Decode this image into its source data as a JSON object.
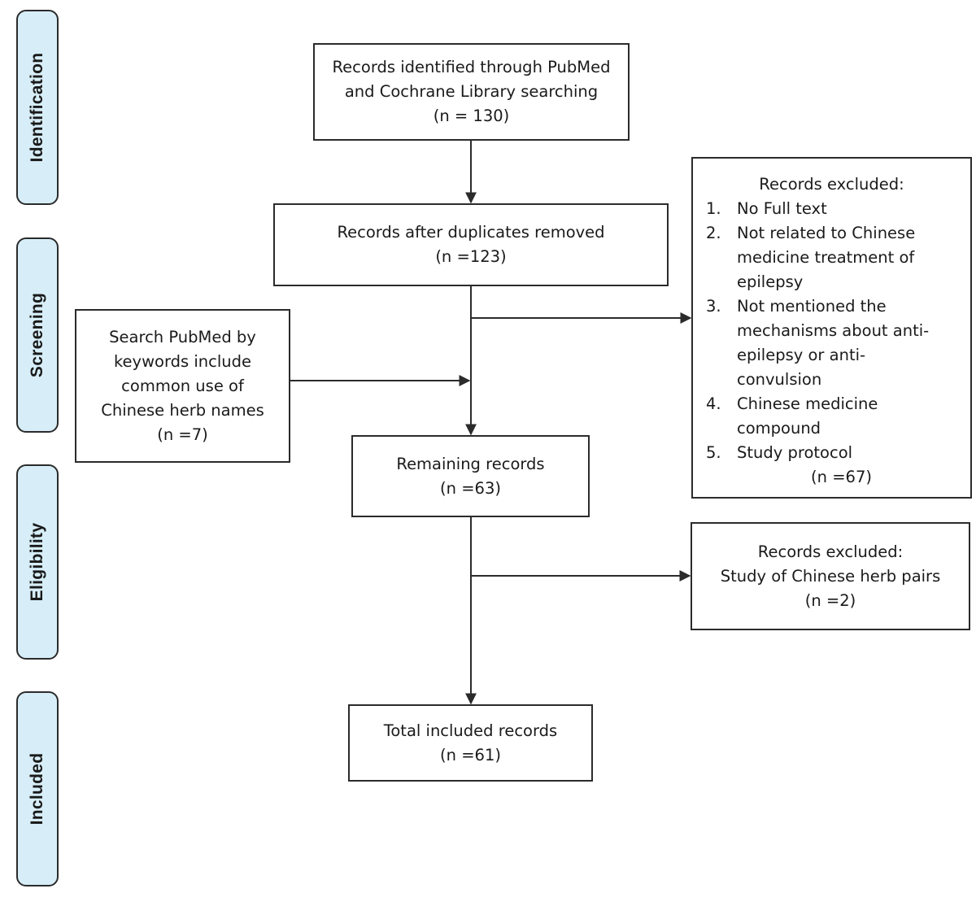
{
  "stages": {
    "identification": "Identification",
    "screening": "Screening",
    "eligibility": "Eligibility",
    "included": "Included"
  },
  "boxes": {
    "identified": {
      "lines": [
        "Records identified through PubMed",
        "and Cochrane Library searching"
      ],
      "count": "(n = 130)"
    },
    "after_duplicates": {
      "lines": [
        "Records after duplicates removed"
      ],
      "count": "(n =123)"
    },
    "pubmed_search": {
      "lines": [
        "Search PubMed by",
        "keywords include",
        "common use of",
        "Chinese herb names"
      ],
      "count": "(n =7)"
    },
    "remaining": {
      "lines": [
        "Remaining records"
      ],
      "count": "(n =63)"
    },
    "total_included": {
      "lines": [
        "Total included records"
      ],
      "count": "(n =61)"
    },
    "excluded_screening": {
      "title": "Records excluded:",
      "items": [
        {
          "num": "1.",
          "lines": [
            "No Full text"
          ]
        },
        {
          "num": "2.",
          "lines": [
            "Not related to Chinese",
            "medicine treatment of",
            "epilepsy"
          ]
        },
        {
          "num": "3.",
          "lines": [
            "Not mentioned the",
            "mechanisms about anti-",
            "epilepsy or anti-",
            "convulsion"
          ]
        },
        {
          "num": "4.",
          "lines": [
            "Chinese medicine",
            "compound"
          ]
        },
        {
          "num": "5.",
          "lines": [
            "Study protocol"
          ]
        }
      ],
      "count": "(n =67)"
    },
    "excluded_eligibility": {
      "lines": [
        "Records excluded:",
        "Study of Chinese herb pairs"
      ],
      "count": "(n =2)"
    }
  },
  "colors": {
    "stage_fill": "#d7eef8",
    "line": "#2b2b2b"
  }
}
